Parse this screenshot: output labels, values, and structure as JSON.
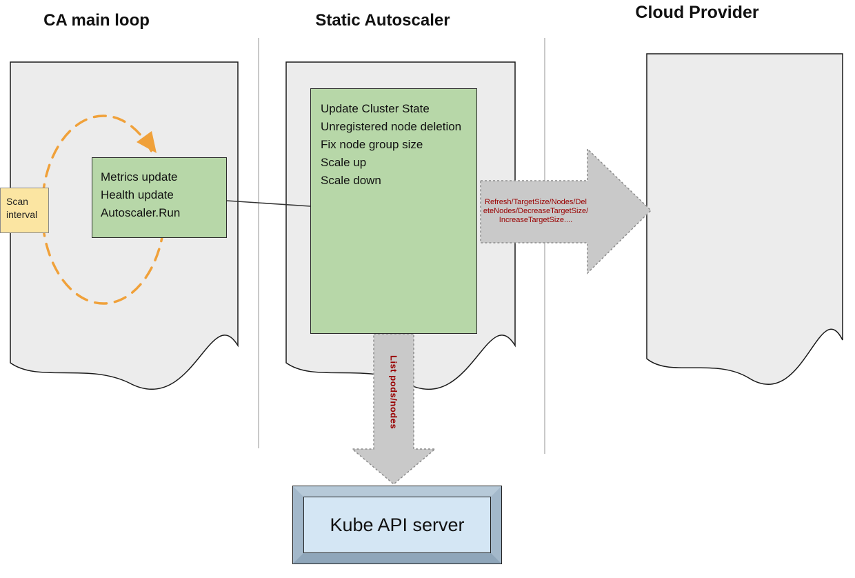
{
  "headers": {
    "ca_main_loop": "CA main loop",
    "static_autoscaler": "Static Autoscaler",
    "cloud_provider": "Cloud Provider"
  },
  "ca_loop": {
    "scan_interval": "Scan interval",
    "main_box": {
      "lines": [
        "Metrics update",
        "Health update",
        "Autoscaler.Run"
      ]
    }
  },
  "autoscaler_box": {
    "lines": [
      "Update Cluster State",
      "Unregistered node deletion",
      "Fix node group size",
      "Scale up",
      "Scale down"
    ]
  },
  "arrows": {
    "cloud_call": "Refresh/TargetSize/Nodes/DeleteNodes/DecreaseTargetSize/IncreaseTargetSize....",
    "kube_call": "List pods/nodes"
  },
  "kube_api_server": {
    "label": "Kube API server"
  },
  "colors": {
    "box_green": "#b7d7a8",
    "scan_interval_yellow": "#fbe5a2",
    "arrow_gray": "#c9c9c9",
    "loop_orange": "#f0a13a",
    "call_text_red": "#990000",
    "kube_face_blue": "#d4e6f4",
    "document_gray": "#ececec",
    "divider_gray": "#c9c9c9"
  }
}
